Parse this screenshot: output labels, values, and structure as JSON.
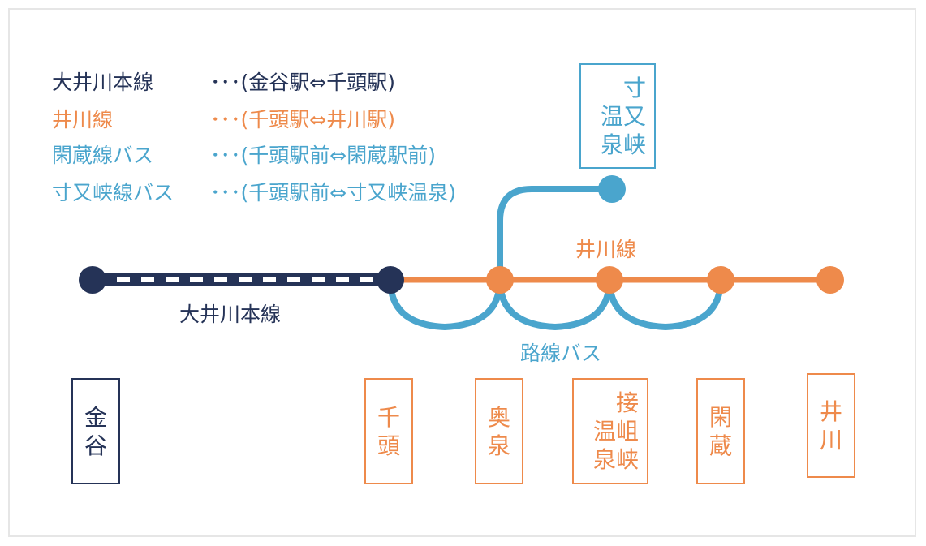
{
  "legend": [
    {
      "name": "大井川本線",
      "route": "･･･(金谷駅⇔千頭駅)",
      "color": "#253357"
    },
    {
      "name": "井川線",
      "route": "･･･(千頭駅⇔井川駅)",
      "color": "#ee8a4b"
    },
    {
      "name": "閑蔵線バス",
      "route": "･･･(千頭駅前⇔閑蔵駅前)",
      "color": "#4aa5cd"
    },
    {
      "name": "寸又峡線バス",
      "route": "･･･(千頭駅前⇔寸又峡温泉)",
      "color": "#4aa5cd"
    }
  ],
  "line_labels": {
    "oigawa_main": "大井川本線",
    "ikawa_line": "井川線",
    "route_bus": "路線バス"
  },
  "stations": {
    "kanaya": [
      "金",
      "谷"
    ],
    "senzu": [
      "千",
      "頭"
    ],
    "okuizumi": [
      "奥",
      "泉"
    ],
    "sessokyo": [
      "接",
      "温岨",
      "泉峡"
    ],
    "kanzo": [
      "閑",
      "蔵"
    ],
    "ikawa": [
      "井",
      "川"
    ],
    "sumatakyo": [
      "寸",
      "温又",
      "泉峡"
    ]
  },
  "colors": {
    "main_line": "#253357",
    "ikawa_line": "#ee8a4b",
    "bus": "#4aa5cd",
    "frame": "#e6e6e6"
  }
}
